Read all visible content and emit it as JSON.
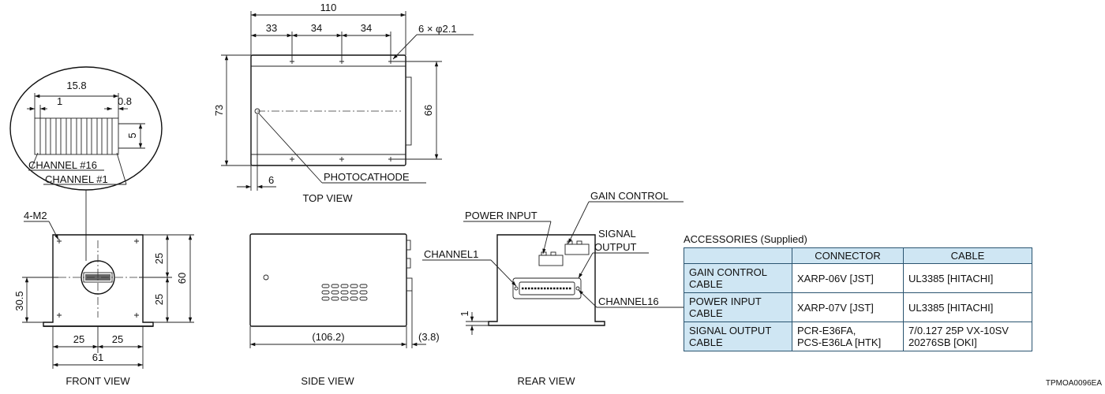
{
  "dimensions": {
    "top_width": "110",
    "hole_pitch_1": "33",
    "hole_pitch_2": "34",
    "hole_pitch_3": "34",
    "holes": "6 × φ2.1",
    "top_depth": "73",
    "hole_span": "66",
    "photocathode_offset": "6",
    "window_width": "15.8",
    "channel_pitch": "1",
    "channel_gap": "0.8",
    "channel_height": "5",
    "mount_thread": "4-M2",
    "front_upper": "25",
    "front_lower": "25",
    "front_height": "60",
    "front_center_height": "30.5",
    "front_left_half": "25",
    "front_right_half": "25",
    "front_width": "61",
    "side_length": "(106.2)",
    "side_connector": "(3.8)",
    "rear_flange": "1"
  },
  "labels": {
    "channel_16_detail": "CHANNEL #16",
    "channel_1_detail": "CHANNEL #1",
    "photocathode": "PHOTOCATHODE",
    "top_view": "TOP VIEW",
    "front_view": "FRONT VIEW",
    "side_view": "SIDE VIEW",
    "rear_view": "REAR VIEW",
    "gain_control": "GAIN CONTROL",
    "power_input": "POWER INPUT",
    "signal_output_line1": "SIGNAL",
    "signal_output_line2": "OUTPUT",
    "channel1": "CHANNEL1",
    "channel16": "CHANNEL16",
    "drawing_code": "TPMOA0096EA"
  },
  "accessories": {
    "caption": "ACCESSORIES (Supplied)",
    "headers": [
      "",
      "CONNECTOR",
      "CABLE"
    ],
    "rows": [
      {
        "item_line1": "GAIN CONTROL",
        "item_line2": "CABLE",
        "connector_line1": "XARP-06V [JST]",
        "connector_line2": "",
        "cable_line1": "UL3385 [HITACHI]",
        "cable_line2": ""
      },
      {
        "item_line1": "POWER INPUT",
        "item_line2": "CABLE",
        "connector_line1": "XARP-07V [JST]",
        "connector_line2": "",
        "cable_line1": "UL3385 [HITACHI]",
        "cable_line2": ""
      },
      {
        "item_line1": "SIGNAL OUTPUT",
        "item_line2": "CABLE",
        "connector_line1": "PCR-E36FA,",
        "connector_line2": "PCS-E36LA [HTK]",
        "cable_line1": "7/0.127 25P VX-10SV",
        "cable_line2": "20276SB [OKI]"
      }
    ]
  }
}
